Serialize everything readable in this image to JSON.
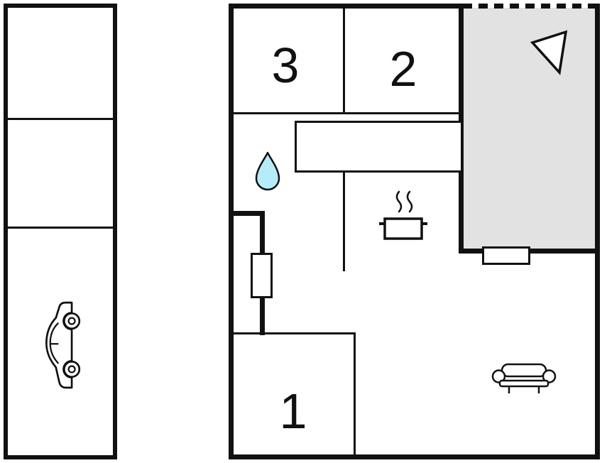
{
  "plan": {
    "rooms": [
      {
        "label": "3"
      },
      {
        "label": "2"
      },
      {
        "label": "1"
      }
    ],
    "icons": {
      "car": "car-icon",
      "water_drop": "water-drop-icon",
      "cooking_pot": "cooking-pot-icon",
      "sofa": "sofa-icon",
      "north_arrow": "north-arrow-icon",
      "window": "window-symbol",
      "door": "door-symbol"
    }
  },
  "colors": {
    "wall": "#111111",
    "terrace_fill": "#e2e2e2",
    "water_drop_fill": "#b5ecf7",
    "background": "#ffffff"
  }
}
